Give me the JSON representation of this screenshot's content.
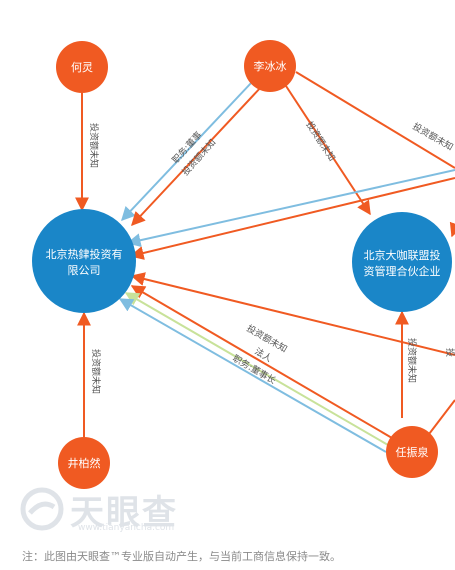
{
  "colors": {
    "company": "#1a86c8",
    "person": "#f05a22",
    "invest_edge": "#f05a22",
    "director_edge": "#7fbde0",
    "legal_edge": "#c8e29a"
  },
  "nodes": {
    "he_ling": "何灵",
    "li_bingbing": "李冰冰",
    "jing_borang": "井柏然",
    "ren_quan": "任振泉",
    "company_a": [
      "北京热銉投资有",
      "限公司"
    ],
    "company_b": [
      "北京大咖联盟投",
      "资管理合伙企业"
    ]
  },
  "edge_labels": {
    "invest_unknown": "投资额未知",
    "duty_director": "职务:董事",
    "duty_chairman": "职务:董事长",
    "legal_person": "法人",
    "partial_right": "投"
  },
  "watermark": {
    "brand": "天眼查",
    "url": "www.tianyancha.com"
  },
  "footer": "注：此图由天眼查™专业版自动产生，与当前工商信息保持一致。"
}
